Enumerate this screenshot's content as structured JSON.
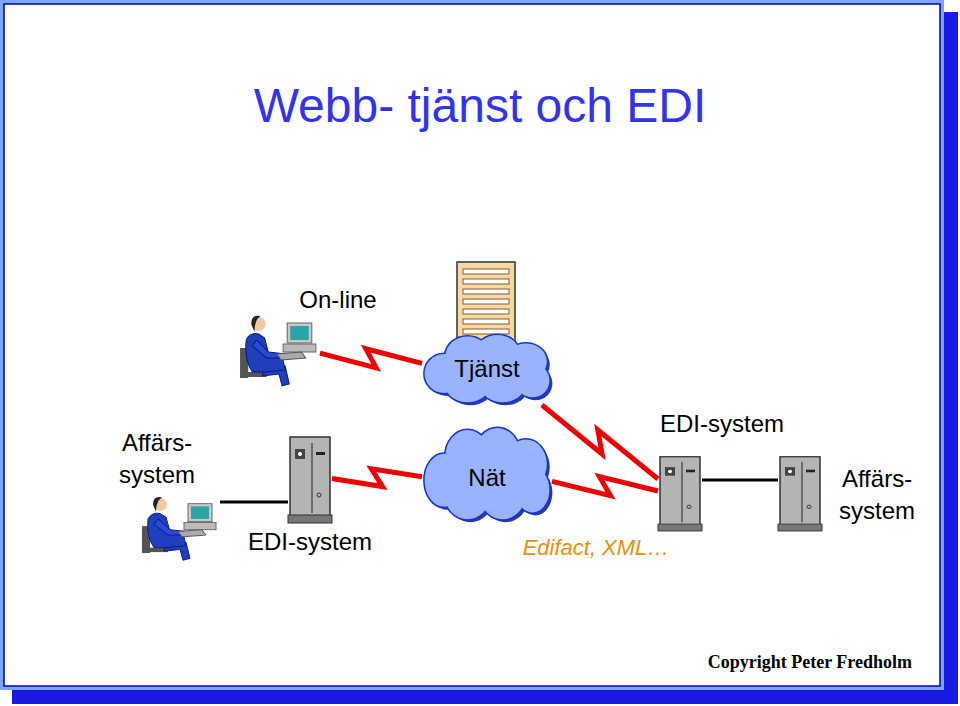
{
  "diagram": {
    "title": "Webb- tjänst och EDI",
    "nodes": [
      {
        "text": [
          "On-line"
        ]
      },
      {
        "text": [
          "Tjänst"
        ]
      },
      {
        "text": [
          "Affärs- system"
        ]
      },
      {
        "text": [
          "EDI-system"
        ]
      },
      {
        "text": [
          "Nät"
        ]
      },
      {
        "text": [
          "EDI-system"
        ]
      },
      {
        "text": [
          "Affärs- system"
        ]
      }
    ],
    "edges": [
      {
        "from": 0,
        "to": 1,
        "arrow": "none"
      },
      {
        "from": 2,
        "to": 3,
        "arrow": "none"
      },
      {
        "from": 3,
        "to": 4,
        "arrow": "none"
      },
      {
        "from": 4,
        "to": 5,
        "arrow": "none"
      },
      {
        "from": 1,
        "to": 5,
        "arrow": "none"
      },
      {
        "from": 5,
        "to": 6,
        "arrow": "none"
      }
    ],
    "labels": [
      "Edifact, XML…",
      "Copyright Peter Fredholm"
    ]
  }
}
